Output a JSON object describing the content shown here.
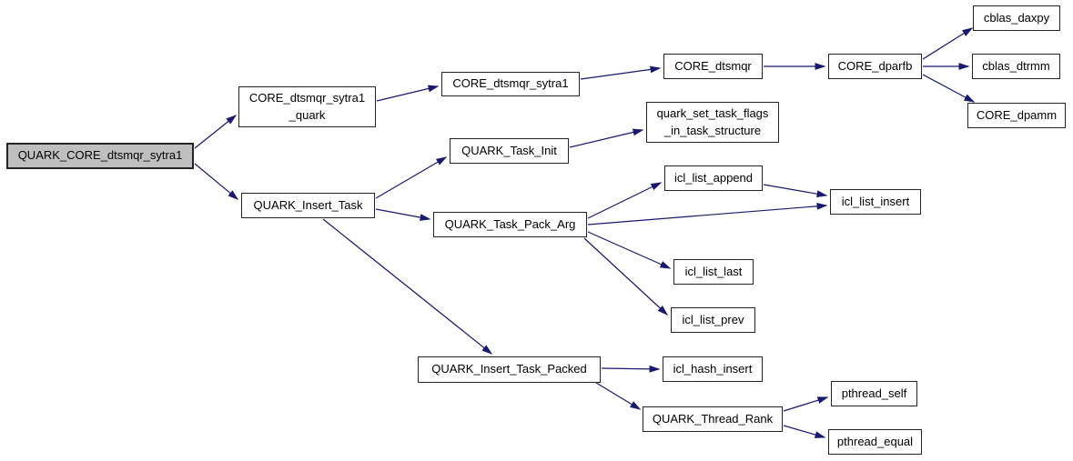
{
  "diagram": {
    "type": "call-graph",
    "background_color": "#ffffff",
    "edge_color": "#191970",
    "node_fill": "#ffffff",
    "node_border_color": "#242424",
    "root_node_fill": "#bfbfbf",
    "text_color": "#000000"
  },
  "nodes": [
    {
      "id": "QUARK_CORE_dtsmqr_sytra1",
      "label": "QUARK_CORE_dtsmqr_sytra1",
      "root": true
    },
    {
      "id": "CORE_dtsmqr_sytra1_quark",
      "label": "CORE_dtsmqr_sytra1\n_quark",
      "root": false
    },
    {
      "id": "CORE_dtsmqr_sytra1",
      "label": "CORE_dtsmqr_sytra1",
      "root": false
    },
    {
      "id": "CORE_dtsmqr",
      "label": "CORE_dtsmqr",
      "root": false
    },
    {
      "id": "CORE_dparfb",
      "label": "CORE_dparfb",
      "root": false
    },
    {
      "id": "cblas_daxpy",
      "label": "cblas_daxpy",
      "root": false
    },
    {
      "id": "cblas_dtrmm",
      "label": "cblas_dtrmm",
      "root": false
    },
    {
      "id": "CORE_dpamm",
      "label": "CORE_dpamm",
      "root": false
    },
    {
      "id": "QUARK_Insert_Task",
      "label": "QUARK_Insert_Task",
      "root": false
    },
    {
      "id": "QUARK_Task_Init",
      "label": "QUARK_Task_Init",
      "root": false
    },
    {
      "id": "quark_set_task_flags_in_task_structure",
      "label": "quark_set_task_flags\n_in_task_structure",
      "root": false
    },
    {
      "id": "QUARK_Task_Pack_Arg",
      "label": "QUARK_Task_Pack_Arg",
      "root": false
    },
    {
      "id": "icl_list_append",
      "label": "icl_list_append",
      "root": false
    },
    {
      "id": "icl_list_insert",
      "label": "icl_list_insert",
      "root": false
    },
    {
      "id": "icl_list_last",
      "label": "icl_list_last",
      "root": false
    },
    {
      "id": "icl_list_prev",
      "label": "icl_list_prev",
      "root": false
    },
    {
      "id": "QUARK_Insert_Task_Packed",
      "label": "QUARK_Insert_Task_Packed",
      "root": false
    },
    {
      "id": "icl_hash_insert",
      "label": "icl_hash_insert",
      "root": false
    },
    {
      "id": "QUARK_Thread_Rank",
      "label": "QUARK_Thread_Rank",
      "root": false
    },
    {
      "id": "pthread_self",
      "label": "pthread_self",
      "root": false
    },
    {
      "id": "pthread_equal",
      "label": "pthread_equal",
      "root": false
    }
  ],
  "edges": [
    {
      "from": "QUARK_CORE_dtsmqr_sytra1",
      "to": "CORE_dtsmqr_sytra1_quark"
    },
    {
      "from": "QUARK_CORE_dtsmqr_sytra1",
      "to": "QUARK_Insert_Task"
    },
    {
      "from": "CORE_dtsmqr_sytra1_quark",
      "to": "CORE_dtsmqr_sytra1"
    },
    {
      "from": "CORE_dtsmqr_sytra1",
      "to": "CORE_dtsmqr"
    },
    {
      "from": "CORE_dtsmqr",
      "to": "CORE_dparfb"
    },
    {
      "from": "CORE_dparfb",
      "to": "cblas_daxpy"
    },
    {
      "from": "CORE_dparfb",
      "to": "cblas_dtrmm"
    },
    {
      "from": "CORE_dparfb",
      "to": "CORE_dpamm"
    },
    {
      "from": "QUARK_Insert_Task",
      "to": "QUARK_Task_Init"
    },
    {
      "from": "QUARK_Task_Init",
      "to": "quark_set_task_flags_in_task_structure"
    },
    {
      "from": "QUARK_Insert_Task",
      "to": "QUARK_Task_Pack_Arg"
    },
    {
      "from": "QUARK_Insert_Task",
      "to": "QUARK_Insert_Task_Packed"
    },
    {
      "from": "QUARK_Task_Pack_Arg",
      "to": "icl_list_append"
    },
    {
      "from": "QUARK_Task_Pack_Arg",
      "to": "icl_list_insert"
    },
    {
      "from": "QUARK_Task_Pack_Arg",
      "to": "icl_list_last"
    },
    {
      "from": "QUARK_Task_Pack_Arg",
      "to": "icl_list_prev"
    },
    {
      "from": "icl_list_append",
      "to": "icl_list_insert"
    },
    {
      "from": "QUARK_Insert_Task_Packed",
      "to": "icl_hash_insert"
    },
    {
      "from": "QUARK_Insert_Task_Packed",
      "to": "QUARK_Thread_Rank"
    },
    {
      "from": "QUARK_Thread_Rank",
      "to": "pthread_self"
    },
    {
      "from": "QUARK_Thread_Rank",
      "to": "pthread_equal"
    }
  ]
}
